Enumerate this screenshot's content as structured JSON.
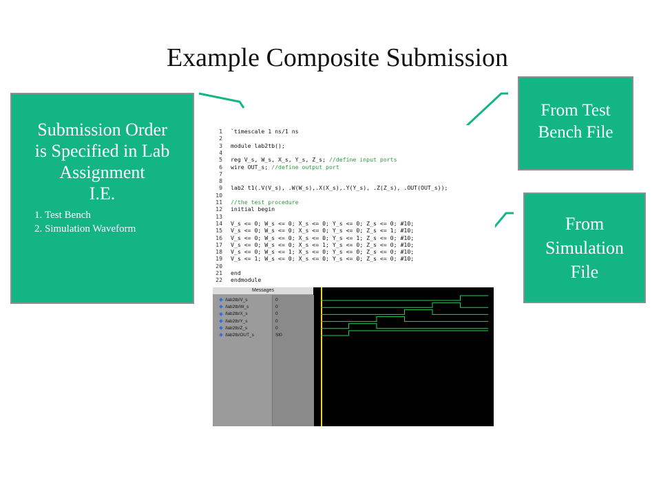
{
  "title": "Example Composite Submission",
  "callouts": {
    "left": {
      "lines": [
        "Submission Order",
        "is Specified in Lab",
        "Assignment",
        "I.E."
      ],
      "items": [
        "Test Bench",
        "Simulation Waveform"
      ]
    },
    "top_right": {
      "lines": [
        "From Test",
        "Bench File"
      ]
    },
    "bottom_right": {
      "lines": [
        "From",
        "Simulation",
        "File"
      ]
    }
  },
  "code": [
    {
      "n": "1",
      "t": "`timescale 1 ns/1 ns",
      "c": ""
    },
    {
      "n": "2",
      "t": "",
      "c": ""
    },
    {
      "n": "3",
      "t": "module lab2tb();",
      "c": ""
    },
    {
      "n": "4",
      "t": "",
      "c": ""
    },
    {
      "n": "5",
      "t": "reg V_s, W_s, X_s, Y_s, Z_s; ",
      "c": "//define input ports"
    },
    {
      "n": "6",
      "t": "wire OUT_s; ",
      "c": "//define output port"
    },
    {
      "n": "7",
      "t": "",
      "c": ""
    },
    {
      "n": "8",
      "t": "",
      "c": ""
    },
    {
      "n": "9",
      "t": "lab2 t1(.V(V_s), .W(W_s),.X(X_s),.Y(Y_s), .Z(Z_s), .OUT(OUT_s));",
      "c": ""
    },
    {
      "n": "10",
      "t": "",
      "c": ""
    },
    {
      "n": "11",
      "t": "",
      "c": "//the test procedure"
    },
    {
      "n": "12",
      "t": "initial begin",
      "c": ""
    },
    {
      "n": "13",
      "t": "",
      "c": ""
    },
    {
      "n": "14",
      "t": "V_s <= 0; W_s <= 0; X_s <= 0; Y_s <= 0; Z_s <= 0; #10;",
      "c": ""
    },
    {
      "n": "15",
      "t": "V_s <= 0; W_s <= 0; X_s <= 0; Y_s <= 0; Z_s <= 1; #10;",
      "c": ""
    },
    {
      "n": "16",
      "t": "V_s <= 0; W_s <= 0; X_s <= 0; Y_s <= 1; Z_s <= 0; #10;",
      "c": ""
    },
    {
      "n": "17",
      "t": "V_s <= 0; W_s <= 0; X_s <= 1; Y_s <= 0; Z_s <= 0; #10;",
      "c": ""
    },
    {
      "n": "18",
      "t": "V_s <= 0; W_s <= 1; X_s <= 0; Y_s <= 0; Z_s <= 0; #10;",
      "c": ""
    },
    {
      "n": "19",
      "t": "V_s <= 1; W_s <= 0; X_s <= 0; Y_s <= 0; Z_s <= 0; #10;",
      "c": ""
    },
    {
      "n": "20",
      "t": "",
      "c": ""
    },
    {
      "n": "21",
      "t": "end",
      "c": ""
    },
    {
      "n": "22",
      "t": "endmodule",
      "c": ""
    }
  ],
  "wave": {
    "header": "Messages",
    "signals": [
      {
        "name": "/lab2tb/V_s",
        "value": "0"
      },
      {
        "name": "/lab2tb/W_s",
        "value": "0"
      },
      {
        "name": "/lab2tb/X_s",
        "value": "0"
      },
      {
        "name": "/lab2tb/Y_s",
        "value": "0"
      },
      {
        "name": "/lab2tb/Z_s",
        "value": "0"
      },
      {
        "name": "/lab2tb/OUT_s",
        "value": "St0"
      }
    ],
    "levels": [
      [
        0,
        0,
        0,
        0,
        0,
        1
      ],
      [
        0,
        0,
        0,
        0,
        1,
        0
      ],
      [
        0,
        0,
        0,
        1,
        0,
        0
      ],
      [
        0,
        0,
        1,
        0,
        0,
        0
      ],
      [
        0,
        1,
        0,
        0,
        0,
        0
      ],
      [
        0,
        1,
        1,
        1,
        1,
        1
      ]
    ]
  },
  "colors": {
    "callout_bg": "#13b585",
    "pointer_line": "#13b585",
    "cursor": "#ffd21a",
    "wave_line": "#21d35a"
  }
}
